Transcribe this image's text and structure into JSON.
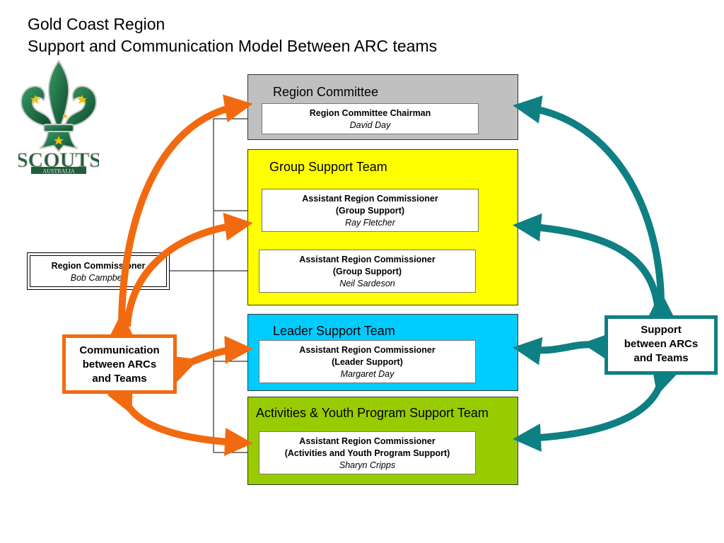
{
  "title": {
    "line1": "Gold Coast Region",
    "line2": "Support and Communication Model Between ARC teams"
  },
  "logo": {
    "text": "SCOUTS",
    "subtext": "AUSTRALIA",
    "icon": "fleur-de-lis-icon"
  },
  "colors": {
    "orange": "#f26a10",
    "teal": "#0e7f82",
    "committee": "#c0c0c0",
    "group": "#ffff00",
    "leader": "#00ccff",
    "activities": "#99cc00"
  },
  "panels": {
    "committee": {
      "title": "Region Committee"
    },
    "group": {
      "title": "Group Support Team"
    },
    "leader": {
      "title": "Leader Support Team"
    },
    "activities": {
      "title": "Activities & Youth Program Support Team"
    }
  },
  "cards": {
    "chairman": {
      "role": "Region Committee Chairman",
      "name": "David Day"
    },
    "arc_group_1": {
      "role": "Assistant Region Commissioner",
      "area": "(Group Support)",
      "name": "Ray Fletcher"
    },
    "arc_group_2": {
      "role": "Assistant Region Commissioner",
      "area": "(Group Support)",
      "name": "Neil Sardeson"
    },
    "arc_leader": {
      "role": "Assistant Region Commissioner",
      "area": "(Leader Support)",
      "name": "Margaret Day"
    },
    "arc_activities": {
      "role": "Assistant Region Commissioner",
      "area": "(Activities and Youth Program Support)",
      "name": "Sharyn Cripps"
    }
  },
  "region_commissioner": {
    "role": "Region Commissioner",
    "name": "Bob Campbell"
  },
  "communication_box": {
    "line1": "Communication",
    "line2": "between ARCs",
    "line3": "and Teams"
  },
  "support_box": {
    "line1": "Support",
    "line2": "between ARCs",
    "line3": "and Teams"
  }
}
